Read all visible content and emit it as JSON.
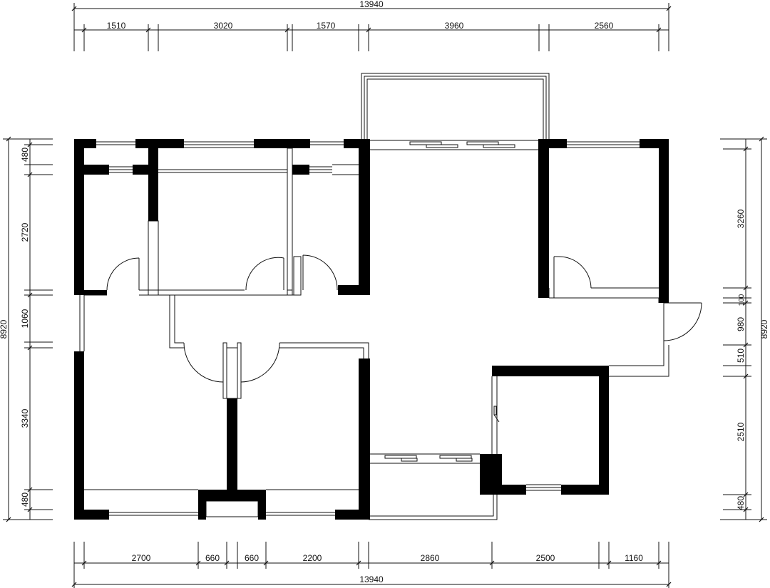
{
  "colors": {
    "wall": "#000000",
    "line": "#111111",
    "background": "#ffffff"
  },
  "dimensions": {
    "top_total": "13940",
    "top_segments": [
      "1510",
      "3020",
      "1570",
      "3960",
      "2560"
    ],
    "bottom_total": "13940",
    "bottom_segments": [
      "2700",
      "660",
      "660",
      "2200",
      "2860",
      "2500",
      "1160"
    ],
    "left_total": "8920",
    "left_segments": [
      "480",
      "2720",
      "1060",
      "3340",
      "480"
    ],
    "right_total": "8920",
    "right_segments": [
      "3260",
      "100",
      "980",
      "510",
      "2510",
      "480"
    ]
  }
}
